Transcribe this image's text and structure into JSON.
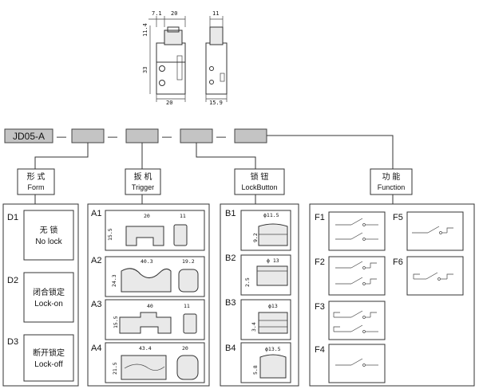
{
  "top_drawing": {
    "dims": {
      "d1": "7.1",
      "d2": "20",
      "d3": "11",
      "h1": "11.4",
      "h2": "33",
      "w1": "20",
      "w2": "15.9"
    }
  },
  "model": {
    "label": "JD05-A",
    "dash": "—"
  },
  "headers": [
    {
      "cn": "形 式",
      "en": "Form"
    },
    {
      "cn": "扳 机",
      "en": "Trigger"
    },
    {
      "cn": "锁 钮",
      "en": "LockButton"
    },
    {
      "cn": "功 能",
      "en": "Function"
    }
  ],
  "form": [
    {
      "code": "D1",
      "cn": "无  锁",
      "en": "No lock"
    },
    {
      "code": "D2",
      "cn": "闭合锁定",
      "en": "Lock-on"
    },
    {
      "code": "D3",
      "cn": "断开锁定",
      "en": "Lock-off"
    }
  ],
  "trigger": [
    {
      "code": "A1",
      "w": "20",
      "w2": "11",
      "h": "15.5"
    },
    {
      "code": "A2",
      "w": "40.3",
      "w2": "19.2",
      "h": "24.3"
    },
    {
      "code": "A3",
      "w": "40",
      "w2": "11",
      "h": "15.5"
    },
    {
      "code": "A4",
      "w": "43.4",
      "w2": "20",
      "h": "21.5"
    }
  ],
  "lockbutton": [
    {
      "code": "B1",
      "d": "ϕ11.5",
      "h": "9.2"
    },
    {
      "code": "B2",
      "d": "ϕ 13",
      "h": "2.5"
    },
    {
      "code": "B3",
      "d": "ϕ13",
      "h": "3.4"
    },
    {
      "code": "B4",
      "d": "ϕ13.5",
      "h": "5.8"
    }
  ],
  "function": [
    {
      "code": "F1"
    },
    {
      "code": "F2"
    },
    {
      "code": "F3"
    },
    {
      "code": "F4"
    },
    {
      "code": "F5"
    },
    {
      "code": "F6"
    }
  ]
}
